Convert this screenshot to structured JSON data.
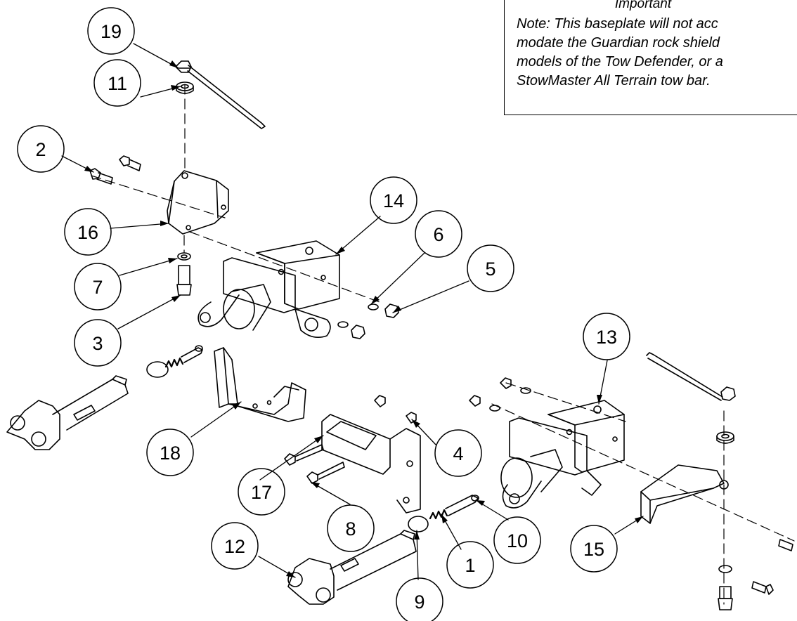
{
  "note": {
    "heading": "Important",
    "lines": [
      "Note: This baseplate will not acc",
      "modate the Guardian rock shield",
      "models of the Tow Defender, or a",
      "StowMaster All Terrain tow bar."
    ]
  },
  "callouts": [
    "19",
    "11",
    "2",
    "16",
    "7",
    "3",
    "14",
    "6",
    "5",
    "13",
    "18",
    "4",
    "17",
    "8",
    "12",
    "9",
    "1",
    "10",
    "15"
  ],
  "colors": {
    "line": "#000000",
    "background": "#ffffff"
  }
}
